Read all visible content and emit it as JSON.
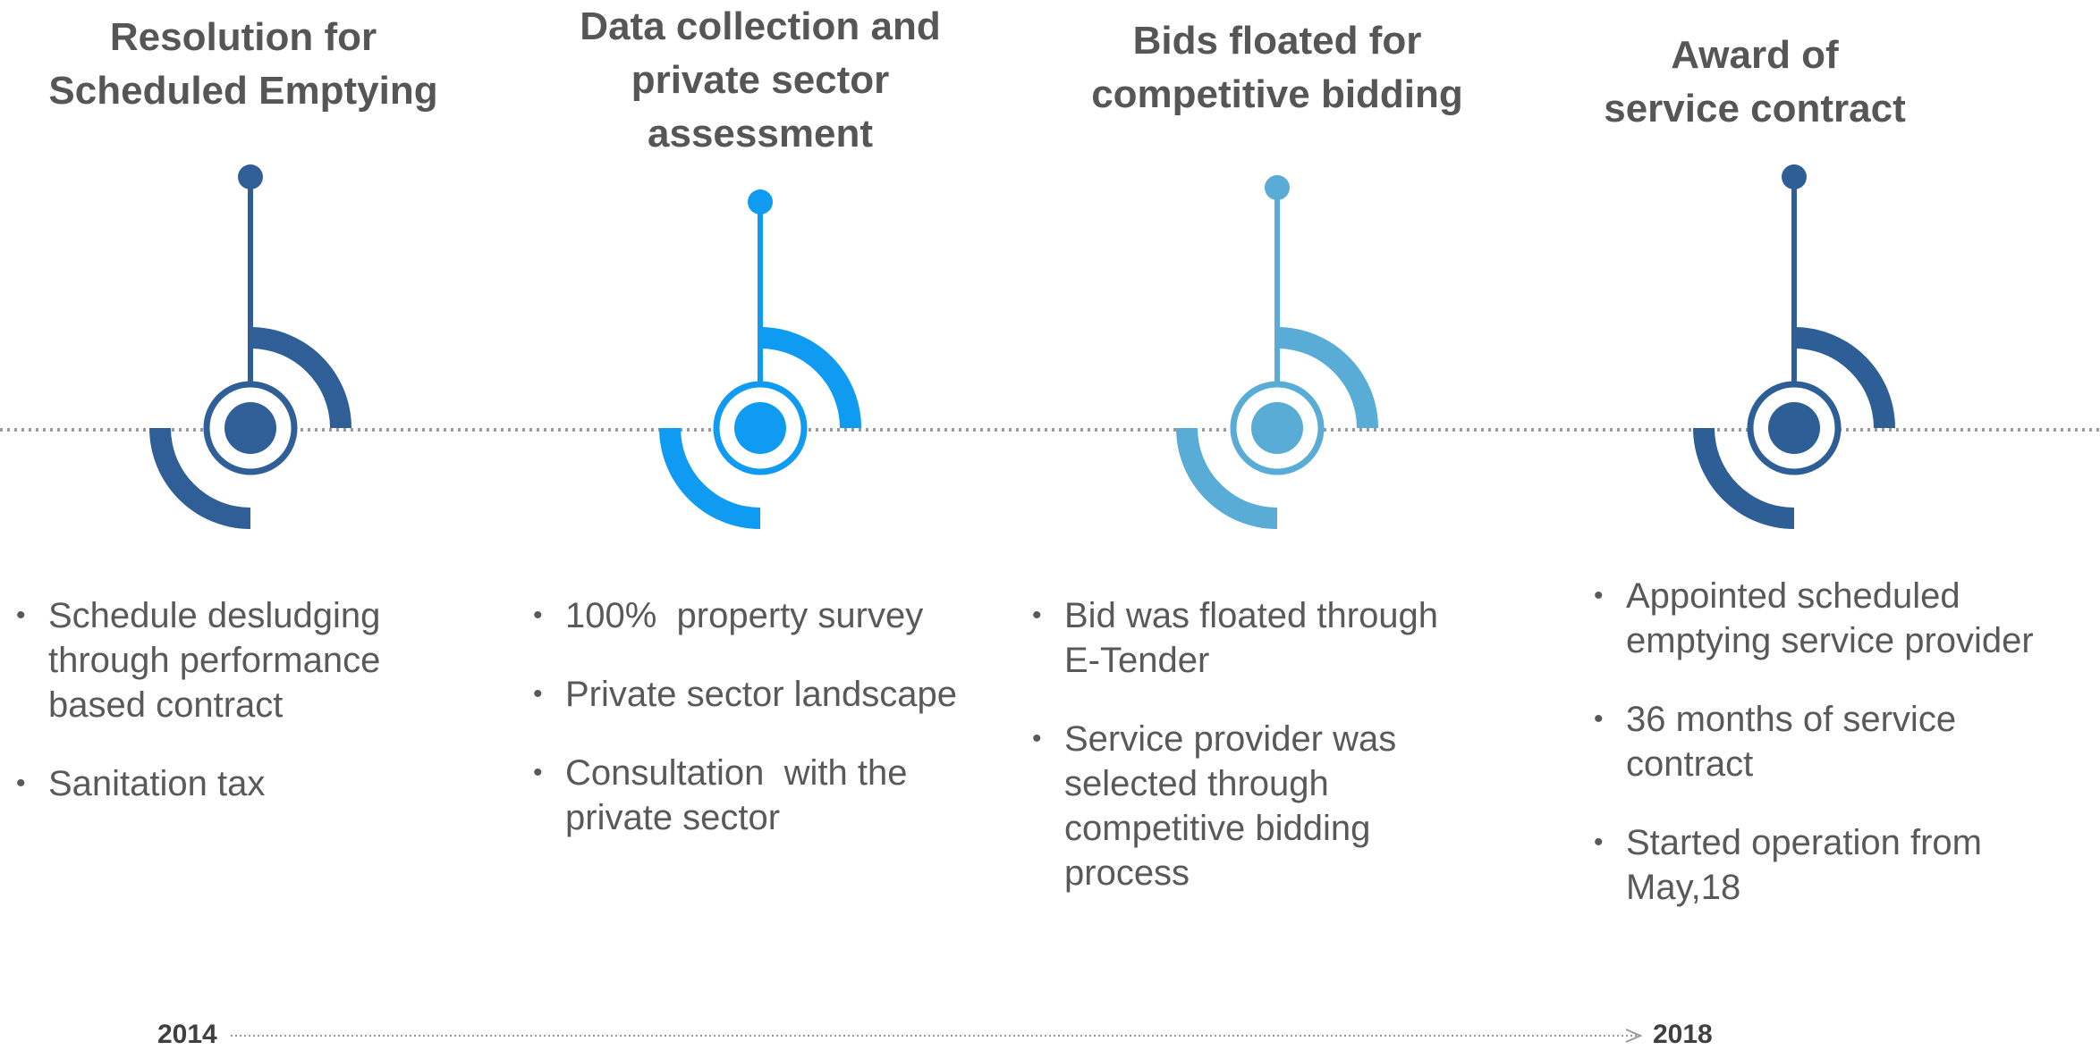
{
  "colors": {
    "milestone_1": "#2f5f96",
    "milestone_2": "#0f9bf2",
    "milestone_3": "#58acd6",
    "milestone_4": "#2d5f96",
    "timeline": "#9a9a9a",
    "text": "#595959"
  },
  "timeline": {
    "start_year": "2014",
    "end_year": "2018"
  },
  "milestones": [
    {
      "title_lines": [
        "Resolution for",
        "Scheduled Emptying"
      ],
      "bullets": [
        [
          "Schedule desludging",
          "through performance",
          "based contract"
        ],
        [
          "Sanitation tax"
        ]
      ]
    },
    {
      "title_lines": [
        "Data  collection and",
        "private sector",
        "assessment"
      ],
      "bullets": [
        [
          "100%  property survey"
        ],
        [
          "Private sector landscape"
        ],
        [
          "Consultation  with the",
          "private sector"
        ]
      ]
    },
    {
      "title_lines": [
        "Bids floated for",
        "competitive bidding"
      ],
      "bullets": [
        [
          "Bid was floated through",
          "E-Tender"
        ],
        [
          "Service provider was",
          "selected through",
          "competitive bidding",
          "process"
        ]
      ]
    },
    {
      "title_lines": [
        "Award of",
        "service contract"
      ],
      "bullets": [
        [
          "Appointed scheduled",
          "emptying service provider"
        ],
        [
          "36 months of service",
          "contract"
        ],
        [
          "Started operation from",
          "May,18"
        ]
      ]
    }
  ]
}
